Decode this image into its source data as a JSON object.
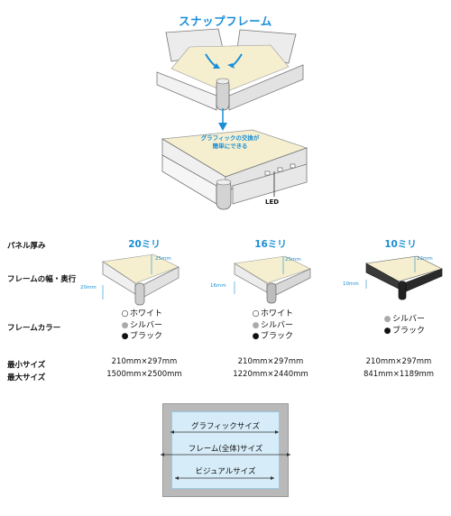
{
  "header": {
    "title": "スナップフレーム"
  },
  "illustration": {
    "callout_line1": "グラフィックの交換が",
    "callout_line2": "簡単にできる",
    "led_label": "LED"
  },
  "rows": {
    "panel_thickness": "パネル厚み",
    "frame_width_depth": "フレームの幅・奥行",
    "frame_color": "フレームカラー",
    "min_size": "最小サイズ",
    "max_size": "最大サイズ"
  },
  "products": [
    {
      "thickness": "20ミリ",
      "dim_depth": "25mm",
      "dim_width": "20mm",
      "colors": [
        {
          "symbol": "○",
          "name": "ホワイト",
          "hex": "#ffffff"
        },
        {
          "symbol": "●",
          "name": "シルバー",
          "hex": "#aaaaaa"
        },
        {
          "symbol": "●",
          "name": "ブラック",
          "hex": "#111111"
        }
      ],
      "min_size": "210mm×297mm",
      "max_size": "1500mm×2500mm"
    },
    {
      "thickness": "16ミリ",
      "dim_depth": "25mm",
      "dim_width": "16mm",
      "colors": [
        {
          "symbol": "○",
          "name": "ホワイト",
          "hex": "#ffffff"
        },
        {
          "symbol": "●",
          "name": "シルバー",
          "hex": "#aaaaaa"
        },
        {
          "symbol": "●",
          "name": "ブラック",
          "hex": "#111111"
        }
      ],
      "min_size": "210mm×297mm",
      "max_size": "1220mm×2440mm"
    },
    {
      "thickness": "10ミリ",
      "dim_depth": "22mm",
      "dim_width": "10mm",
      "colors": [
        {
          "symbol": "●",
          "name": "シルバー",
          "hex": "#aaaaaa"
        },
        {
          "symbol": "●",
          "name": "ブラック",
          "hex": "#111111"
        }
      ],
      "min_size": "210mm×297mm",
      "max_size": "841mm×1189mm"
    }
  ],
  "size_diagram": {
    "graphic_size": "グラフィックサイズ",
    "frame_size": "フレーム(全体)サイズ",
    "visual_size": "ビジュアルサイズ"
  },
  "palette": {
    "accent": "#1a8ed6",
    "panel_cream": "#f5efcf",
    "frame_gray": "#b9b9b9",
    "diagram_light_blue": "#d6ecf8"
  }
}
